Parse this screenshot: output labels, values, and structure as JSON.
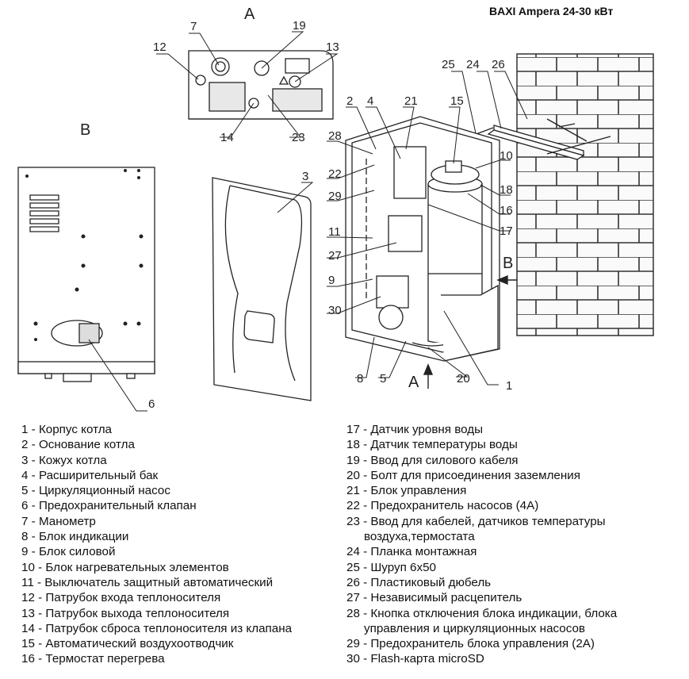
{
  "title": "BAXI Ampera 24-30 кВт",
  "views": {
    "a": "A",
    "b": "B"
  },
  "callouts": [
    "1",
    "2",
    "3",
    "4",
    "5",
    "6",
    "7",
    "8",
    "9",
    "10",
    "11",
    "12",
    "13",
    "14",
    "15",
    "16",
    "17",
    "18",
    "19",
    "20",
    "21",
    "22",
    "23",
    "24",
    "25",
    "26",
    "27",
    "28",
    "29",
    "30"
  ],
  "legend_left": [
    "1 - Корпус котла",
    "2 - Основание котла",
    "3 - Кожух котла",
    "4 - Расширительный бак",
    "5 - Циркуляционный насос",
    "6 - Предохранительный клапан",
    "7 - Манометр",
    "8 - Блок индикации",
    "9 - Блок силовой",
    "10 - Блок нагревательных элементов",
    "11 - Выключатель защитный автоматический",
    "12 - Патрубок входа теплоносителя",
    "13 - Патрубок выхода теплоносителя",
    "14 - Патрубок сброса теплоносителя из клапана",
    "15 - Автоматический воздухоотводчик",
    "16 - Термостат перегрева"
  ],
  "legend_right": [
    "17 - Датчик уровня воды",
    "18 - Датчик температуры воды",
    "19 - Ввод для силового кабеля",
    "20 - Болт для присоединения заземления",
    "21 - Блок управления",
    "22 - Предохранитель насосов (4А)",
    "23 - Ввод для кабелей, датчиков температуры",
    "воздуха,термостата",
    "24 - Планка монтажная",
    "25 - Шуруп 6х50",
    "26 - Пластиковый дюбель",
    "27 - Независимый расцепитель",
    "28 - Кнопка отключения блока индикации, блока",
    "управления и циркуляционных насосов",
    "29 - Предохранитель блока управления (2А)",
    "30 - Flash-карта microSD"
  ]
}
